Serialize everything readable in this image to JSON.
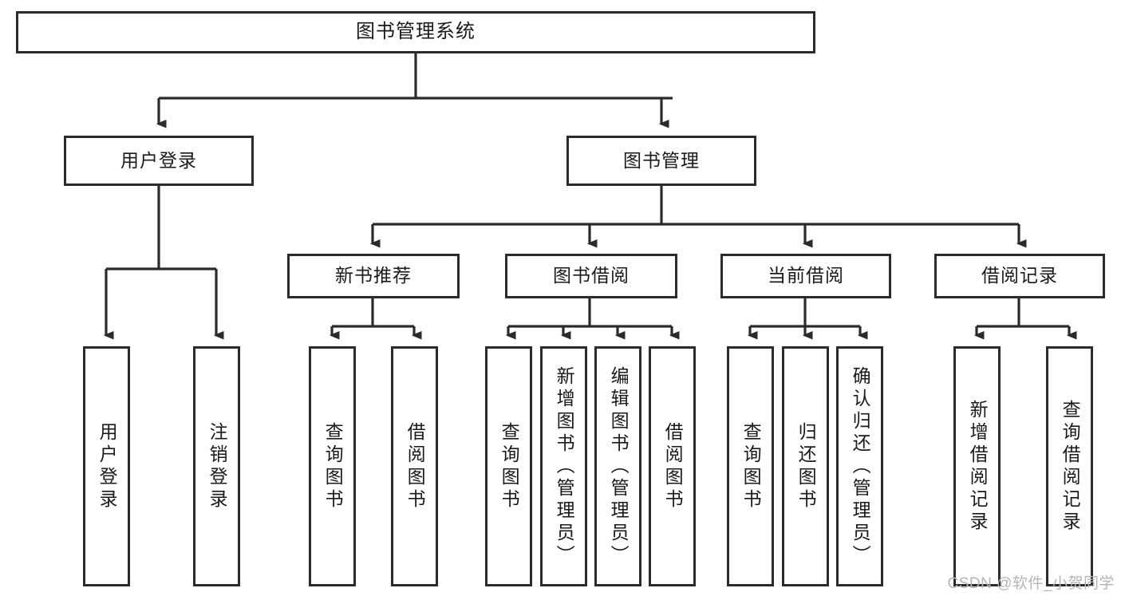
{
  "diagram": {
    "title": "图书管理系统",
    "type": "tree-hierarchy",
    "root": {
      "label": "图书管理系统"
    },
    "level2": [
      {
        "label": "用户登录"
      },
      {
        "label": "图书管理"
      }
    ],
    "level3": [
      {
        "label": "新书推荐"
      },
      {
        "label": "图书借阅"
      },
      {
        "label": "当前借阅"
      },
      {
        "label": "借阅记录"
      }
    ],
    "leaves": {
      "user_login": [
        {
          "label": "用户登录"
        },
        {
          "label": "注销登录"
        }
      ],
      "new_book_recommend": [
        {
          "label": "查询图书"
        },
        {
          "label": "借阅图书"
        }
      ],
      "book_borrow": [
        {
          "label": "查询图书"
        },
        {
          "label": "新增图书（管理员）"
        },
        {
          "label": "编辑图书（管理员）"
        },
        {
          "label": "借阅图书"
        }
      ],
      "current_borrow": [
        {
          "label": "查询图书"
        },
        {
          "label": "归还图书"
        },
        {
          "label": "确认归还（管理员）"
        }
      ],
      "borrow_record": [
        {
          "label": "新增借阅记录"
        },
        {
          "label": "查询借阅记录"
        }
      ]
    }
  },
  "watermark": {
    "text": "CSDN @软件_小贺同学"
  },
  "colors": {
    "stroke": "#2b2b2b",
    "fill": "#ffffff",
    "text": "#1a1a1a",
    "watermark": "#b5b5b5"
  }
}
